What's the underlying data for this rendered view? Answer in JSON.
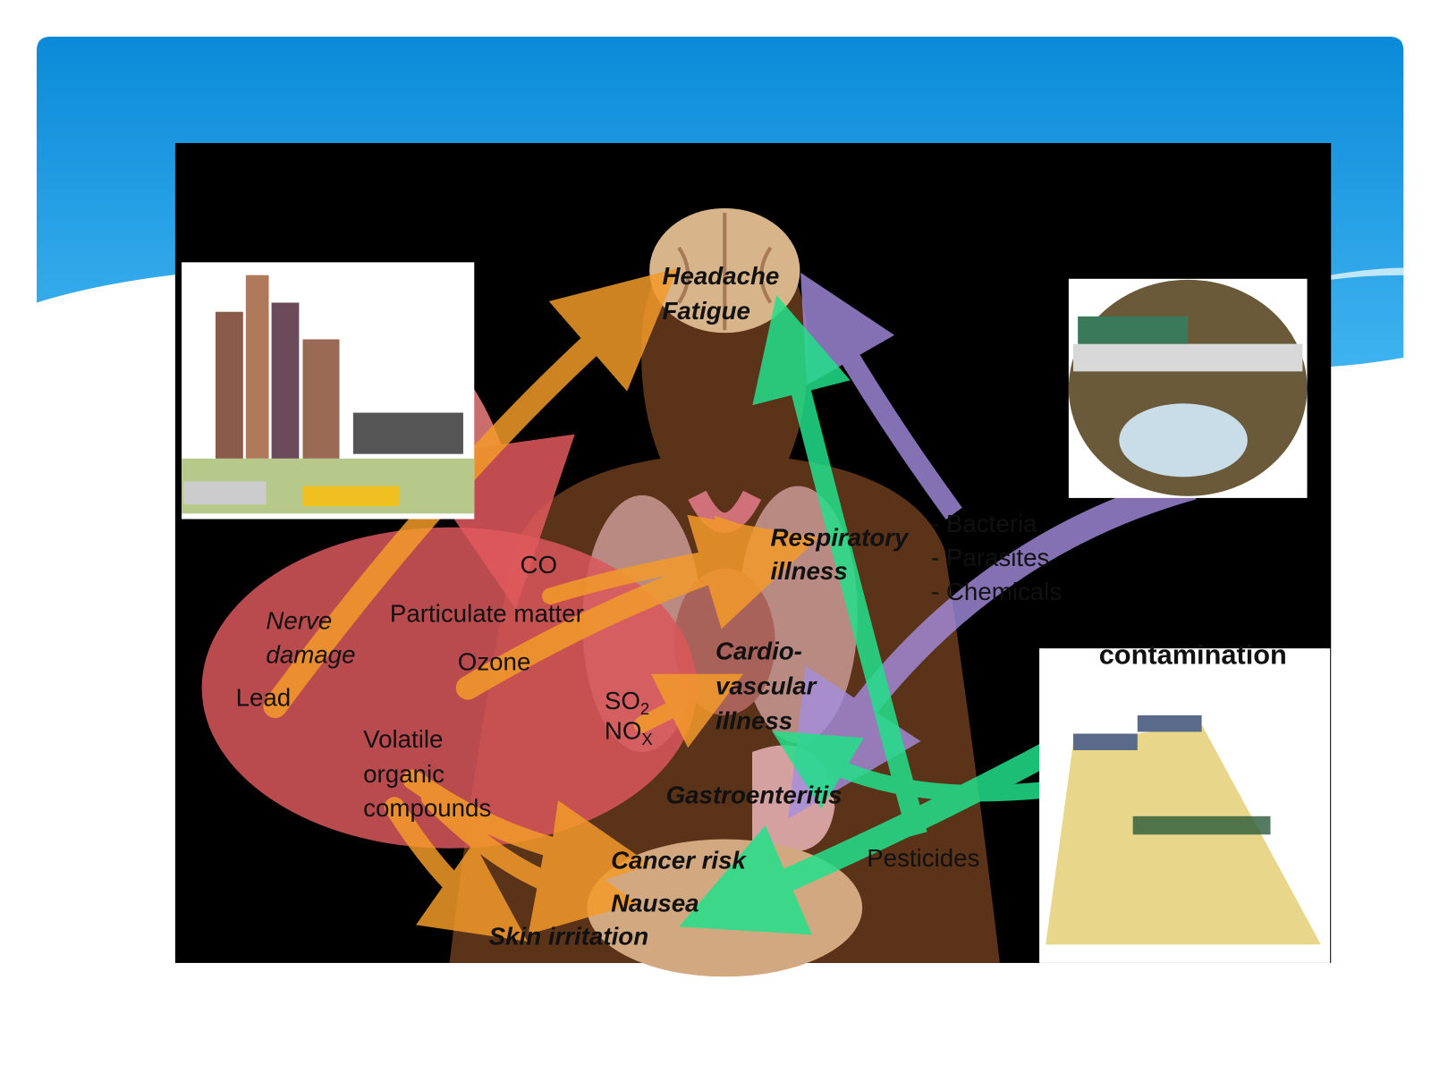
{
  "slide": {
    "diagram": {
      "brain_labels": [
        "Headache",
        "Fatigue"
      ],
      "respiratory": [
        "Respiratory",
        "illness"
      ],
      "air_pollutants": {
        "co": "CO",
        "particulate": "Particulate matter",
        "ozone": "Ozone",
        "lead": "Lead",
        "so2": "SO",
        "so2_sub": "2",
        "nox": "NO",
        "nox_sub": "X",
        "voc": [
          "Volatile",
          "organic",
          "compounds"
        ]
      },
      "nerve": [
        "Nerve",
        "damage"
      ],
      "cardio": [
        "Cardio-",
        "vascular",
        "illness"
      ],
      "gastro": "Gastroenteritis",
      "cancer": "Cancer risk",
      "nausea": "Nausea",
      "skin": "Skin irritation",
      "pesticides": "Pesticides",
      "water_contaminants": [
        "- Bacteria",
        "- Parasites",
        "- Chemicals"
      ],
      "farm_caption": "contamination"
    },
    "colors": {
      "header_blue": "#1a9be3",
      "air_red": "#d9575a",
      "orange": "#f39a2a",
      "green": "#22e08a",
      "purple": "#b48ee8",
      "body_brown": "#5a3318"
    }
  }
}
